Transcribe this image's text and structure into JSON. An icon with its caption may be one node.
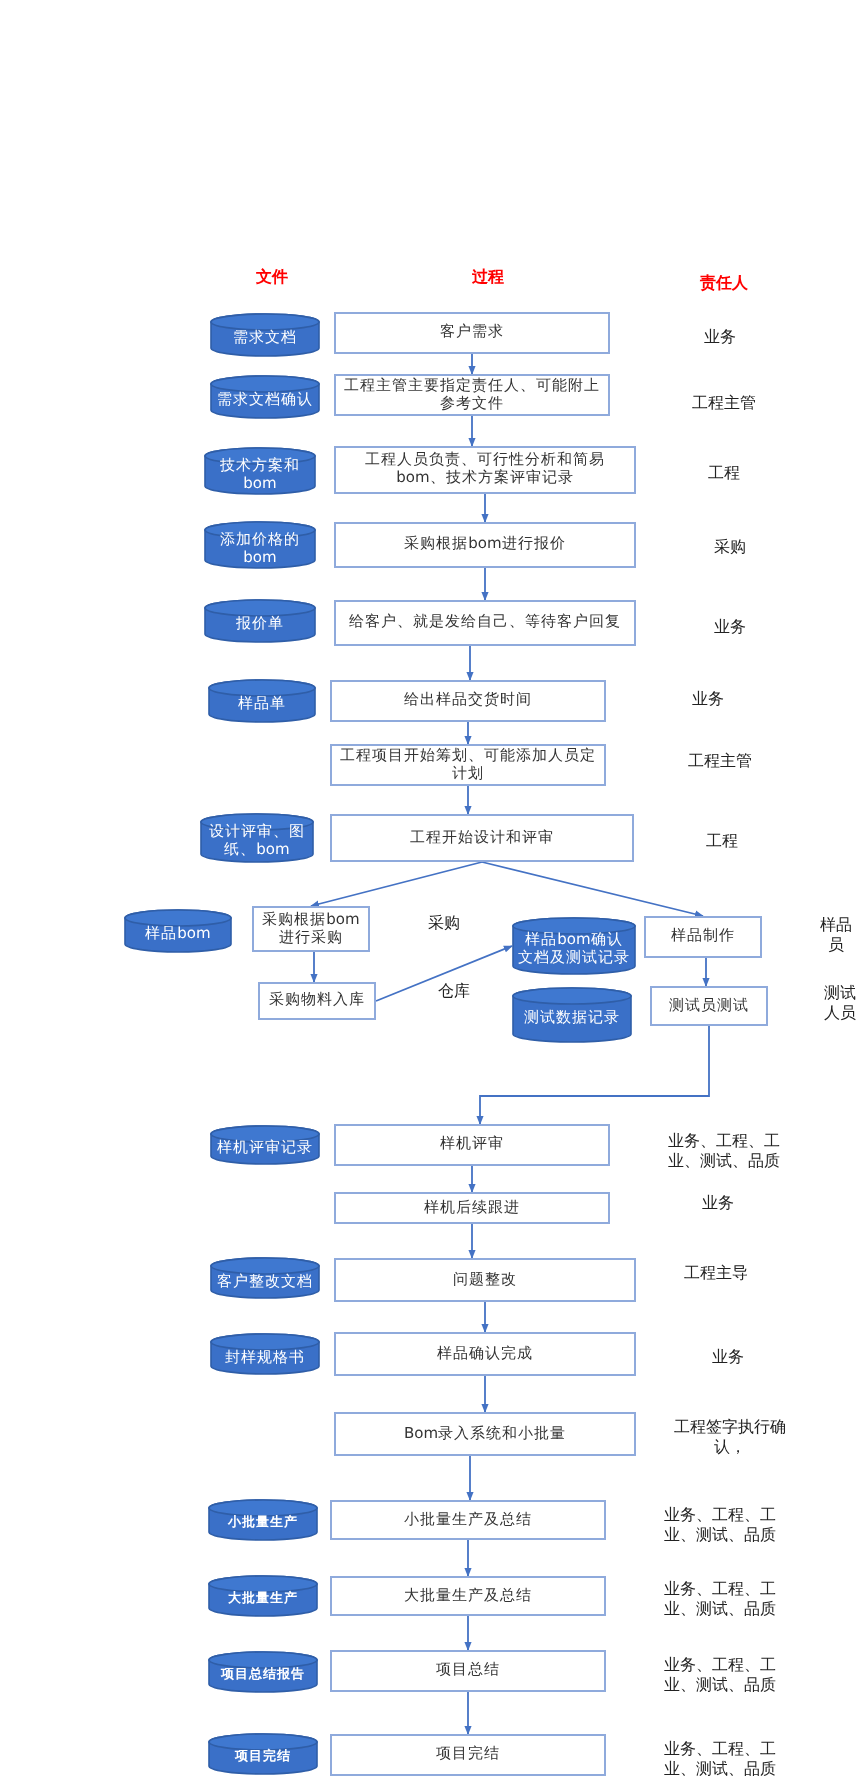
{
  "diagram": {
    "nodes": [
      {
        "text": [
          "需求文档"
        ]
      },
      {
        "text": [
          "客户需求"
        ]
      },
      {
        "text": [
          "需求文档确认"
        ]
      },
      {
        "text": [
          "工程主管主要指定责任人、可能附上参考文件"
        ]
      },
      {
        "text": [
          "技术方案和bom"
        ]
      },
      {
        "text": [
          "工程人员负责、可行性分析和简易bom、技术方案评审记录"
        ]
      },
      {
        "text": [
          "添加价格的bom"
        ]
      },
      {
        "text": [
          "采购根据bom进行报价"
        ]
      },
      {
        "text": [
          "报价单"
        ]
      },
      {
        "text": [
          "给客户、就是发给自己、等待客户回复"
        ]
      },
      {
        "text": [
          "样品单"
        ]
      },
      {
        "text": [
          "给出样品交货时间"
        ]
      },
      {
        "text": [
          "工程项目开始筹划、可能添加人员定计划"
        ]
      },
      {
        "text": [
          "设计评审、图纸、bom"
        ]
      },
      {
        "text": [
          "工程开始设计和评审"
        ]
      },
      {
        "text": [
          "样品bom"
        ]
      },
      {
        "text": [
          "采购根据bom进行采购"
        ]
      },
      {
        "text": [
          "样品bom确认文档及测试记录"
        ]
      },
      {
        "text": [
          "样品制作"
        ]
      },
      {
        "text": [
          "采购物料入库"
        ]
      },
      {
        "text": [
          "测试数据记录"
        ]
      },
      {
        "text": [
          "测试员测试"
        ]
      },
      {
        "text": [
          "样机评审记录"
        ]
      },
      {
        "text": [
          "样机评审"
        ]
      },
      {
        "text": [
          "样机后续跟进"
        ]
      },
      {
        "text": [
          "客户整改文档"
        ]
      },
      {
        "text": [
          "问题整改"
        ]
      },
      {
        "text": [
          "封样规格书"
        ]
      },
      {
        "text": [
          "样品确认完成"
        ]
      },
      {
        "text": [
          "Bom录入系统和小批量"
        ]
      },
      {
        "text": [
          "小批量生产"
        ]
      },
      {
        "text": [
          "小批量生产及总结"
        ]
      },
      {
        "text": [
          "大批量生产"
        ]
      },
      {
        "text": [
          "大批量生产及总结"
        ]
      },
      {
        "text": [
          "项目总结报告"
        ]
      },
      {
        "text": [
          "项目总结"
        ]
      },
      {
        "text": [
          "项目完结"
        ]
      },
      {
        "text": [
          "项目完结"
        ]
      }
    ],
    "edges": [
      {
        "from": 1,
        "to": 3,
        "arrow": "to"
      },
      {
        "from": 3,
        "to": 5,
        "arrow": "to"
      },
      {
        "from": 5,
        "to": 7,
        "arrow": "to"
      },
      {
        "from": 7,
        "to": 9,
        "arrow": "to"
      },
      {
        "from": 9,
        "to": 11,
        "arrow": "to"
      },
      {
        "from": 11,
        "to": 12,
        "arrow": "to"
      },
      {
        "from": 12,
        "to": 14,
        "arrow": "to"
      },
      {
        "from": 14,
        "to": 16,
        "arrow": "to"
      },
      {
        "from": 14,
        "to": 18,
        "arrow": "to"
      },
      {
        "from": 16,
        "to": 19,
        "arrow": "to"
      },
      {
        "from": 19,
        "to": 17,
        "arrow": "to"
      },
      {
        "from": 18,
        "to": 21,
        "arrow": "to"
      },
      {
        "from": 21,
        "to": 23,
        "arrow": "to"
      },
      {
        "from": 23,
        "to": 24,
        "arrow": "to"
      },
      {
        "from": 24,
        "to": 26,
        "arrow": "to"
      },
      {
        "from": 26,
        "to": 28,
        "arrow": "to"
      },
      {
        "from": 28,
        "to": 29,
        "arrow": "to"
      },
      {
        "from": 29,
        "to": 31,
        "arrow": "to"
      },
      {
        "from": 31,
        "to": 33,
        "arrow": "to"
      },
      {
        "from": 33,
        "to": 35,
        "arrow": "to"
      },
      {
        "from": 35,
        "to": 37,
        "arrow": "to"
      }
    ],
    "labels": [
      "文件",
      "过程",
      "责任人",
      "业务",
      "工程主管",
      "工程",
      "采购",
      "业务",
      "业务",
      "工程主管",
      "工程",
      "采购",
      "样品员",
      "仓库",
      "测试人员",
      "业务、工程、工业、测试、品质",
      "业务",
      "工程主导",
      "业务",
      "工程签字执行确认，",
      "业务、工程、工业、测试、品质",
      "业务、工程、工业、测试、品质",
      "业务、工程、工业、测试、品质",
      "业务、工程、工业、测试、品质"
    ]
  }
}
